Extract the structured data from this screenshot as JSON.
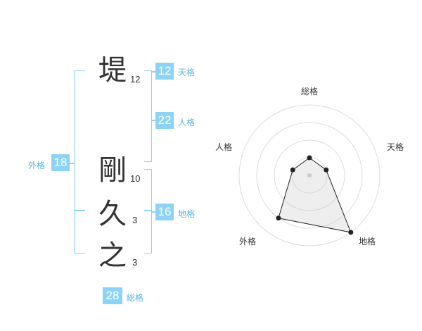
{
  "name_chars": [
    {
      "char": "堤",
      "strokes": "12"
    },
    {
      "char": "剛",
      "strokes": "10"
    },
    {
      "char": "久",
      "strokes": "3"
    },
    {
      "char": "之",
      "strokes": "3"
    }
  ],
  "kaku": {
    "tenkaku": {
      "value": "12",
      "label": "天格"
    },
    "jinkaku": {
      "value": "22",
      "label": "人格"
    },
    "chikaku": {
      "value": "16",
      "label": "地格"
    },
    "gaikaku": {
      "value": "18",
      "label": "外格"
    },
    "soukaku": {
      "value": "28",
      "label": "総格"
    }
  },
  "colors": {
    "accent": "#8cd3f5",
    "label": "#5ab4e6",
    "text": "#333333"
  },
  "chart_data": {
    "type": "radar",
    "axes": [
      "総格",
      "天格",
      "地格",
      "外格",
      "人格"
    ],
    "values": [
      0.25,
      0.25,
      1.0,
      0.75,
      0.25
    ],
    "rings": 4,
    "range": [
      0,
      1
    ]
  }
}
